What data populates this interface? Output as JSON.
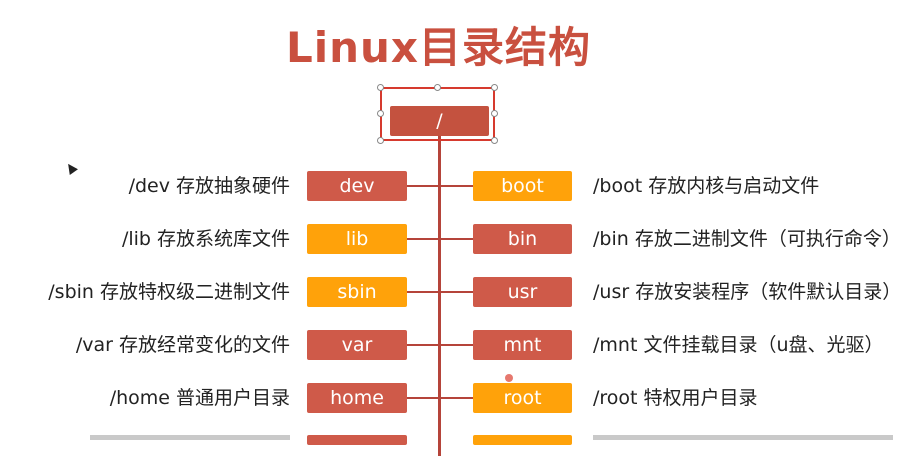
{
  "title": "Linux目录结构",
  "root": {
    "label": "/"
  },
  "rows": [
    {
      "left": {
        "name": "dev",
        "color": "#cf5a49",
        "desc": "/dev 存放抽象硬件"
      },
      "right": {
        "name": "boot",
        "color": "#ffa20a",
        "desc": "/boot 存放内核与启动文件"
      }
    },
    {
      "left": {
        "name": "lib",
        "color": "#ffa20a",
        "desc": "/lib 存放系统库文件"
      },
      "right": {
        "name": "bin",
        "color": "#cf5a49",
        "desc": "/bin 存放二进制文件（可执行命令）"
      }
    },
    {
      "left": {
        "name": "sbin",
        "color": "#ffa20a",
        "desc": "/sbin 存放特权级二进制文件"
      },
      "right": {
        "name": "usr",
        "color": "#cf5a49",
        "desc": "/usr 存放安装程序（软件默认目录）"
      }
    },
    {
      "left": {
        "name": "var",
        "color": "#cf5a49",
        "desc": "/var 存放经常变化的文件"
      },
      "right": {
        "name": "mnt",
        "color": "#cf5a49",
        "desc": "/mnt 文件挂载目录（u盘、光驱）"
      }
    },
    {
      "left": {
        "name": "home",
        "color": "#cf5a49",
        "desc": "/home 普通用户目录"
      },
      "right": {
        "name": "root",
        "color": "#ffa20a",
        "desc": "/root 特权用户目录"
      }
    }
  ]
}
